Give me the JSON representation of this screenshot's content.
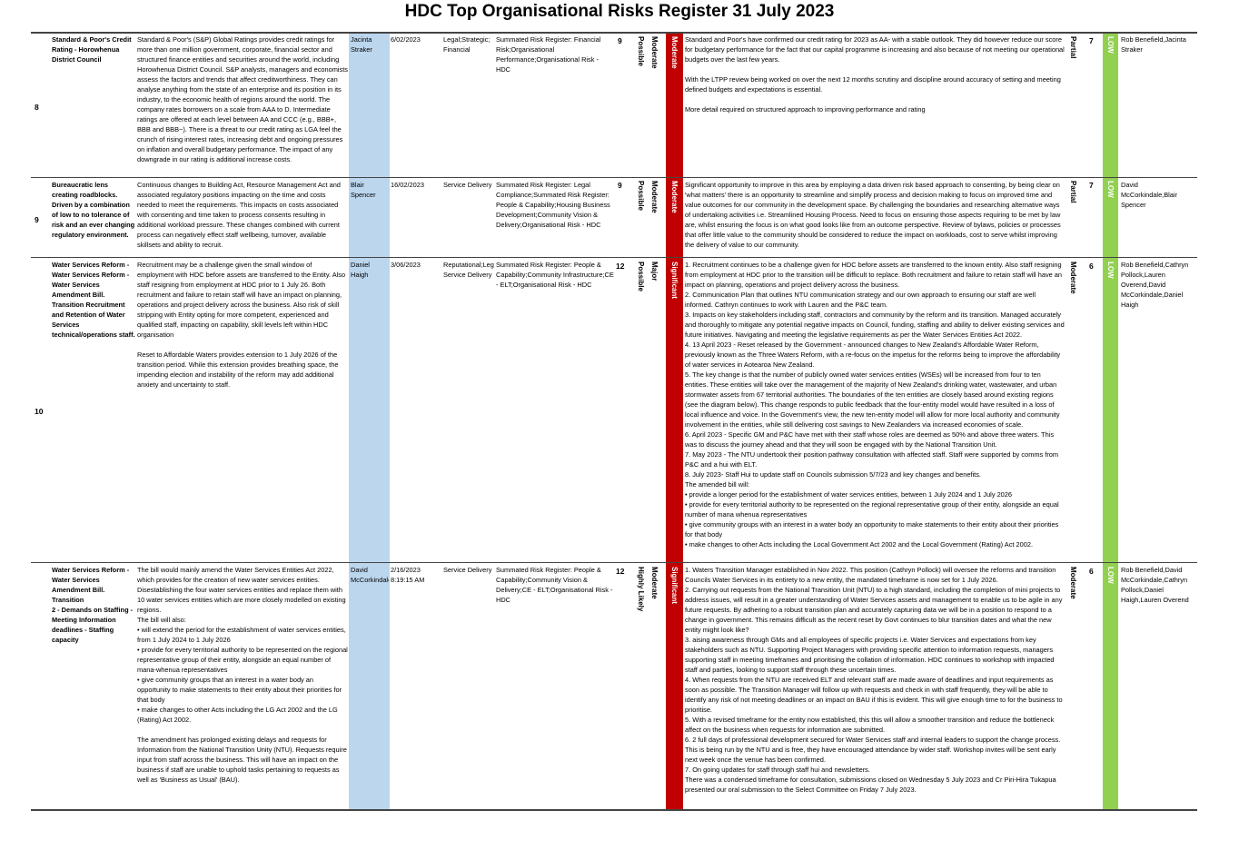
{
  "title": "HDC Top Organisational Risks Register 31 July 2023",
  "rows": [
    {
      "id": "8",
      "risk": "Standard & Poor's Credit Rating - Horowhenua District Council",
      "description": "Standard & Poor's (S&P) Global Ratings provides credit ratings for more than one million government, corporate, financial sector and structured finance entities and securities around the world, including Horowhenua District Council. S&P analysts, managers and economists assess the factors and trends that affect creditworthiness. They can analyse anything from the state of an enterprise and its position in its industry, to the economic health of regions around the world. The company rates borrowers on a scale from AAA to D. Intermediate ratings are offered at each level between AA and CCC (e.g., BBB+, BBB and BBB−). There is a threat to our credit rating as LGA feel the crunch of rising interest rates, increasing debt and ongoing pressures on inflation and overall budgetary performance. The impact of any downgrade in our rating is additional increase costs.",
      "owner": "Jacinta Straker",
      "date": "6/02/2023",
      "category": "Legal;Strategic; Financial",
      "register": "Summated Risk Register: Financial Risk;Organisational Performance;Organisational Risk - HDC",
      "score": "9",
      "likelihood": "Possible",
      "consequence": "Moderate",
      "rating": "Moderate",
      "comments": "Standard and Poor's have confirmed our credit rating for 2023 as AA- with a stable outlook. They did however reduce our score for budgetary performance for the fact that our capital programme is increasing and also because of not meeting our operational budgets over the last few years.\n\nWith the LTPP review being worked on over the next 12 months scrutiny and discipline around accuracy of setting and meeting defined budgets and expectations is essential.\n\nMore detail required on structured approach to improving performance and rating",
      "control": "Partial",
      "residual_score": "7",
      "residual_rating": "LOW",
      "responsible": "Rob Benefield,Jacinta Straker"
    },
    {
      "id": "9",
      "risk": "Bureaucratic lens creating roadblocks. Driven by a combination of low to no tolerance of risk and an ever changing regulatory environment.",
      "description": "Continuous changes to Building Act, Resource Management Act and associated regulatory positions impacting on the time and costs needed to meet the requirements. This impacts on costs associated with consenting and time taken to process consents resulting in additional workload pressure. These changes combined with current process can negatively effect staff wellbeing, turnover, available skillsets and ability to recruit.",
      "owner": "Blair Spencer",
      "date": "16/02/2023",
      "category": "Service Delivery",
      "register": "Summated Risk Register: Legal Compliance;Summated Risk Register: People & Capability;Housing Business Development;Community Vision & Delivery;Organisational Risk - HDC",
      "score": "9",
      "likelihood": "Possible",
      "consequence": "Moderate",
      "rating": "Moderate",
      "comments": "Significant opportunity to improve in this area by employing a data driven risk based approach to consenting, by being clear on 'what matters' there is an opportunity to streamline and simplify process and decision making to focus on improved time and value outcomes for our community in the development space. By challenging the boundaries and researching alternative ways of undertaking activities i.e. Streamlined Housing Process. Need to focus on ensuring those aspects requiring to be met by law are, whilst ensuring the focus is on what good looks like from an outcome perspective. Review of bylaws, policies or processes that offer little value to the community should be considered to reduce the impact on workloads, cost to serve whilst improving the delivery of value to our community.",
      "control": "Partial",
      "residual_score": "7",
      "residual_rating": "LOW",
      "responsible": "David McCorkindale,Blair Spencer"
    },
    {
      "id": "10",
      "risk": "Water Services Reform - Water Services Reform - Water Services Amendment Bill. Transition Recruitment and Retention of Water Services technical/operations staff.",
      "description": "Recruitment may be a challenge given the small window of employment with HDC before assets are transferred to the Entity. Also staff resigning from employment at HDC prior to 1 July 26. Both recruitment and failure to retain staff will have an impact on planning, operations and project delivery across the business. Also risk of skill stripping with Entity opting for more competent, experienced and qualified staff, impacting on capability, skill levels left within HDC organisation\n\nReset to Affordable Waters provides extension to 1 July 2026 of the transition period. While this extension provides breathing space, the impending election and instability of the reform may add additional anxiety and uncertainty to staff.",
      "owner": "Daniel Haigh",
      "date": "3/06/2023",
      "category": "Reputational;Legal; Service Delivery",
      "register": "Summated Risk Register: People & Capability;Community Infrastructure;CE - ELT;Organisational Risk - HDC",
      "score": "12",
      "likelihood": "Possible",
      "consequence": "Major",
      "rating": "Significant",
      "comments": "1. Recruitment continues to be a challenge given for HDC before assets are transferred to the known entity. Also staff resigning from employment at HDC prior to the transition will be difficult to replace. Both recruitment and failure to retain staff will have an impact on planning, operations and project delivery across the business.\n2. Communication Plan that outlines NTU communication strategy and our own approach to ensuring our staff are well informed. Cathryn continues to work with Lauren and the P&C team.\n3. Impacts on key stakeholders including staff, contractors and community by the reform and its transition. Managed accurately and thoroughly to mitigate any potential negative impacts on Council, funding, staffing and ability to deliver existing services and future initiatives. Navigating and meeting the legislative requirements as per the Water Services Entities Act 2022.\n4. 13 April 2023 - Reset released by the Government - announced changes to New Zealand's Affordable Water Reform, previously known as the Three Waters Reform, with a re-focus on the impetus for the reforms being to improve the affordability of water services in Aotearoa New Zealand.\n5. The key change is that the number of publicly owned water services entities (WSEs) will be increased from four to ten entities. These entities will take over the management of the majority of New Zealand's drinking water, wastewater, and urban stormwater assets from 67 territorial authorities. The boundaries of the ten entities are closely based around existing regions (see the diagram below). This change responds to public feedback that the four-entity model would have resulted in a loss of local influence and voice. In the Government's view, the new ten-entity model will allow for more local authority and community involvement in the entities, while still delivering cost savings to New Zealanders via increased economies of scale.\n6. April 2023 - Specific GM and P&C have met with their staff whose roles are deemed as 50% and above three waters. This was to discuss the journey ahead and that they will soon be engaged with by the National Transition Unit.\n7. May 2023 - The NTU undertook their position pathway consultation with affected staff. Staff were supported by comms from P&C and a hui with ELT.\n8. July 2023- Staff Hui to update staff on Councils submission 5/7/23 and key changes and benefits.\nThe amended bill will:\n• provide a longer period for the establishment of water services entities, between 1 July 2024 and 1 July 2026\n• provide for every territorial authority to be represented on the regional representative group of their entity, alongside an equal number of mana whenua representatives\n• give community groups with an interest in a water body an opportunity to make statements to their entity about their priorities for that body\n• make changes to other Acts including the Local Government Act 2002 and the Local Government (Rating) Act 2002.",
      "control": "Moderate",
      "residual_score": "6",
      "residual_rating": "LOW",
      "responsible": "Rob Benefield,Cathryn Pollock,Lauren Overend,David McCorkindale,Daniel Haigh"
    },
    {
      "id": "",
      "risk": "Water Services Reform - Water Services Amendment Bill. Transition\n2 - Demands on Staffing - Meeting Information deadlines - Staffing capacity",
      "description": "The bill would mainly amend the Water Services Entities Act 2022, which provides for the creation of new water services entities. Disestablishing the four water services entities and replace them with 10 water services entities which are more closely modelled on existing regions.\nThe bill will also:\n• will extend the period for the establishment of water services entities, from 1 July 2024 to 1 July 2026\n• provide for every territorial authority to be represented on the regional representative group of their entity, alongside an equal number of mana-whenua representatives\n• give community groups that an interest in a water body an opportunity to make statements to their entity about their priorities for that body\n• make changes to other Acts including the LG Act 2002 and the LG (Rating) Act 2002.\n\nThe amendment has prolonged existing delays and requests for Information from the National Transition Unity (NTU). Requests require input from staff across the business. This will have an impact on the business if staff are unable to uphold tasks pertaining to requests as well as 'Business as Usual' (BAU).",
      "owner": "David McCorkindale",
      "date": "2/16/2023 8:19:15 AM",
      "category": "Service Delivery",
      "register": "Summated Risk Register: People & Capability;Community Vision & Delivery;CE - ELT;Organisational Risk - HDC",
      "score": "12",
      "likelihood": "Highly Likely",
      "consequence": "Moderate",
      "rating": "Significant",
      "comments": "1. Waters Transition Manager established in Nov 2022. This position (Cathryn Pollock) will oversee the reforms and transition Councils Water Services in its entirety to a new entity, the mandated timeframe is now set for 1 July 2026.\n2. Carrying out requests from the National Transition Unit (NTU) to a high standard, including the completion of mini projects to address issues, will result in a greater understanding of Water Services assets and management to enable us to be agile in any future requests. By adhering to a robust transition plan and accurately capturing data we will be in a position to respond to a change in government. This remains difficult as the recent reset by Govt continues to blur transition dates and what the new entity might look like?\n3. aising awareness through GMs and all employees of specific projects i.e. Water Services and expectations from key stakeholders such as NTU. Supporting Project Managers with providing specific attention to information requests, managers supporting staff in meeting timeframes and prioritising the collation of information. HDC continues to workshop with impacted staff and parties, looking to support staff through these uncertain times.\n4. When requests from the NTU are received ELT and relevant staff are made aware of deadlines and input requirements as soon as possible. The Transition Manager will follow up with requests and check in with staff frequently, they will be able to identify any risk of not meeting deadlines or an impact on BAU if this is evident. This will give enough time to for the business to prioritise.\n5. With a revised timeframe for the entity now established, this this will allow a smoother transition and reduce the bottleneck affect on the business when requests for information are submitted.\n6. 2 full days of professional development secured for Water Services staff and internal leaders to support the change process. This is being run by the NTU and is free, they have encouraged attendance by wider staff. Workshop invites will be sent early next week once the venue has been confirmed.\n7. On going updates for staff through staff hui and newsletters.\nThere was a condensed timeframe for consultation, submissions closed on Wednesday 5 July 2023 and Cr Piri-Hira Tukapua presented our oral submission to the Select Committee on Friday 7 July 2023.",
      "control": "Moderate",
      "residual_score": "6",
      "residual_rating": "LOW",
      "responsible": "Rob Benefield,David McCorkindale,Cathryn Pollock,Daniel Haigh,Lauren Overend"
    }
  ]
}
